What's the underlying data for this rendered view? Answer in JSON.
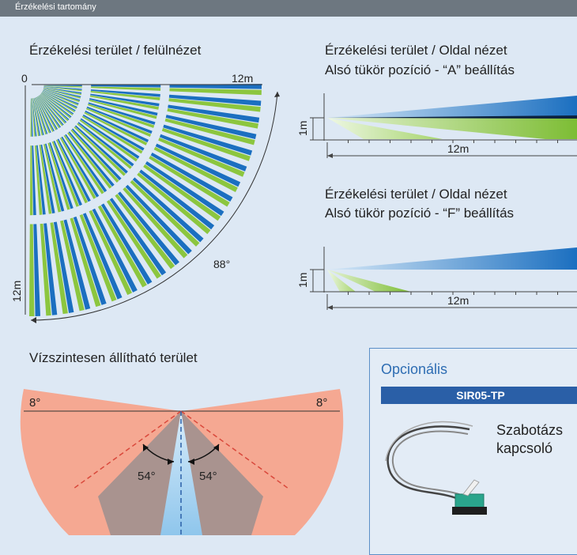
{
  "header": {
    "title": "Érzékelési tartomány"
  },
  "top_view": {
    "title": "Érzékelési terület / felülnézet",
    "origin_label": "0",
    "range_x_label": "12m",
    "range_y_label": "12m",
    "angle_label": "88°"
  },
  "side_view_a": {
    "title_line1": "Érzékelési terület / Oldal nézet",
    "title_line2": "Alsó tükör pozíció - “A” beállítás",
    "height_label": "1m",
    "range_label": "12m"
  },
  "side_view_f": {
    "title_line1": "Érzékelési terület / Oldal nézet",
    "title_line2": "Alsó tükör pozíció - “F” beállítás",
    "height_label": "1m",
    "range_label": "12m"
  },
  "horizontal": {
    "title": "Vízszintesen állítható terület",
    "left_angle": "8°",
    "right_angle": "8°",
    "left_adjust": "54°",
    "right_adjust": "54°"
  },
  "optional": {
    "title": "Opcionális",
    "model": "SIR05-TP",
    "desc_line1": "Szabotázs",
    "desc_line2": "kapcsoló"
  },
  "colors": {
    "blue": "#1b6fc0",
    "green": "#8cc63f",
    "light_green": "#c5e5a0",
    "salmon": "#f6a48c",
    "gray_brown": "#a9938f",
    "light_blue": "#a8d3f0",
    "header_bg": "#6d7780",
    "model_bg": "#2a5fa7"
  }
}
